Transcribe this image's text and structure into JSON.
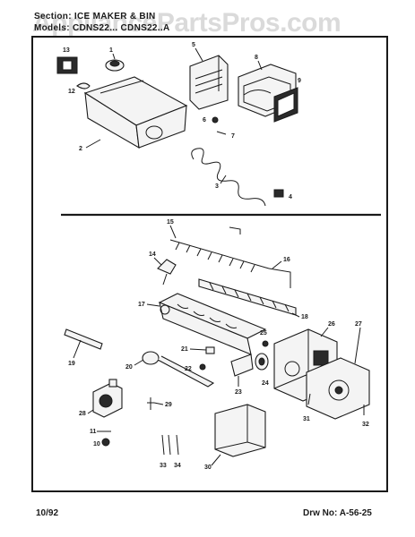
{
  "header": {
    "section": "Section: ICE MAKER & BIN",
    "models": "Models: CDNS22... CDNS22..A"
  },
  "watermark": "AppliancePartsPros.com",
  "footer": {
    "date": "10/92",
    "drawing_number": "Drw No: A-56-25"
  },
  "callouts": [
    "1",
    "2",
    "3",
    "4",
    "5",
    "6",
    "7",
    "8",
    "9",
    "10",
    "11",
    "12",
    "13",
    "14",
    "15",
    "16",
    "17",
    "18",
    "19",
    "20",
    "21",
    "22",
    "23",
    "24",
    "25",
    "26",
    "27",
    "28",
    "29",
    "30",
    "31",
    "32",
    "33",
    "34"
  ]
}
